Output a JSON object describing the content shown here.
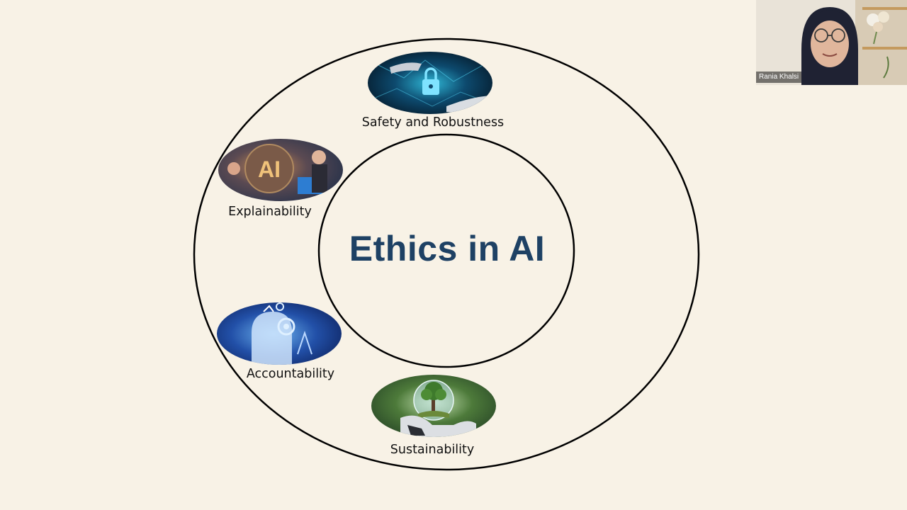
{
  "slide": {
    "center_title": "Ethics in AI",
    "topics": [
      {
        "label": "Safety and Robustness",
        "icon": "security-lock-image-icon"
      },
      {
        "label": "Explainability",
        "icon": "ai-brain-image-icon"
      },
      {
        "label": "Accountability",
        "icon": "robot-head-gears-image-icon"
      },
      {
        "label": "Sustainability",
        "icon": "tree-in-globe-image-icon"
      }
    ]
  },
  "webcam": {
    "participant_name": "Rania Khalsi"
  },
  "colors": {
    "background": "#f8f2e6",
    "title": "#1e4164",
    "circle_stroke": "#000000"
  }
}
